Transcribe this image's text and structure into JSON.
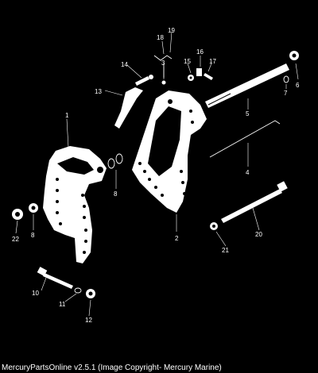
{
  "caption": "MercuryPartsOnline v2.5.1 (Image Copyright- Mercury Marine)",
  "diagram": {
    "callouts": {
      "c1": "1",
      "c2": "2",
      "c3": "3",
      "c4": "4",
      "c5": "5",
      "c6": "6",
      "c7": "7",
      "c8a": "8",
      "c8b": "8",
      "c10": "10",
      "c11": "11",
      "c12": "12",
      "c13": "13",
      "c14": "14",
      "c15": "15",
      "c16": "16",
      "c17": "17",
      "c18": "18",
      "c19": "19",
      "c20": "20",
      "c21": "21",
      "c22": "22"
    }
  }
}
